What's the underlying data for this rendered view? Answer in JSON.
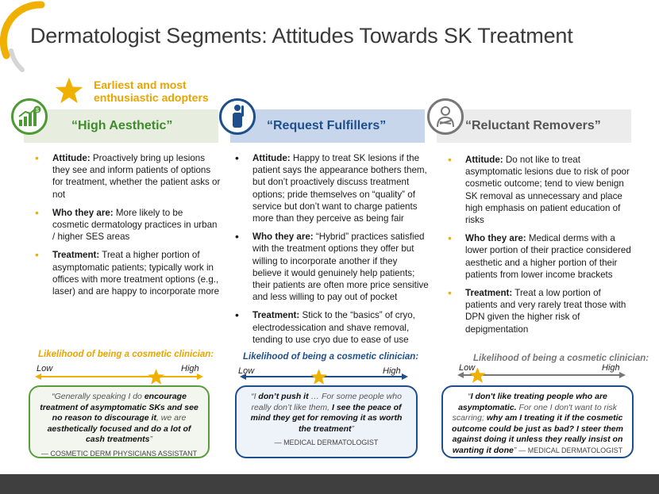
{
  "title": "Dermatologist Segments: Attitudes Towards SK Treatment",
  "callout": {
    "line1": "Earliest and most",
    "line2": "enthusiastic adopters"
  },
  "segments": [
    {
      "name": "“High Aesthetic”",
      "icon": "growth-chart-icon",
      "bullets": [
        {
          "label": "Attitude:",
          "text": " Proactively bring up lesions they see and inform patients of options for treatment, whether the patient asks or not"
        },
        {
          "label": "Who they are:",
          "text": " More likely to be cosmetic dermatology practices in urban / higher SES areas"
        },
        {
          "label": "Treatment:",
          "text": " Treat a higher portion of asymptomatic patients; typically work in offices with more treatment options (e.g., laser) and are happy to incorporate more"
        }
      ],
      "likelihood_label": "Likelihood of being a cosmetic clinician:",
      "low": "Low",
      "high": "High",
      "likelihood_value": 0.72,
      "quote": {
        "p1": "“Generally speaking I do ",
        "b1": "encourage treatment of asymptomatic SKs and see no reason to discourage it",
        "p2": ", we are ",
        "b2": "aesthetically focused and do a lot of cash treatments",
        "p3": "”",
        "source": "— COSMETIC DERM PHYSICIANS ASSISTANT"
      }
    },
    {
      "name": "“Request Fulfillers”",
      "icon": "hand-raised-icon",
      "bullets": [
        {
          "label": "Attitude:",
          "text": " Happy to treat SK lesions if the patient says the appearance bothers them, but don’t proactively discuss treatment options; pride themselves on “quality” of service but don’t want to charge patients more than they perceive as being fair"
        },
        {
          "label": "Who they are:",
          "text": " “Hybrid” practices satisfied with the treatment options they offer but willing to incorporate another if they believe it would genuinely help patients; their patients are often more price sensitive and less willing to pay out of pocket"
        },
        {
          "label": "Treatment:",
          "text": " Stick to the “basics” of cryo, electrodessication and shave removal, tending to use cryo due to ease of use"
        }
      ],
      "likelihood_label": "Likelihood of being a cosmetic clinician:",
      "low": "Low",
      "high": "High",
      "likelihood_value": 0.47,
      "quote": {
        "p1": "“I ",
        "b1": "don’t push it",
        "p2": " … For some people who really don’t like them, ",
        "b2": "I see the peace of mind they get for removing it as worth the treatment",
        "p3": "”",
        "source": "— MEDICAL DERMATOLOGIST"
      }
    },
    {
      "name": "“Reluctant Removers”",
      "icon": "crossed-arms-person-icon",
      "bullets": [
        {
          "label": "Attitude:",
          "text": " Do not like to treat asymptomatic lesions due to risk of poor cosmetic outcome; tend to view benign SK removal as unnecessary and place high emphasis on patient education of risks"
        },
        {
          "label": "Who they are:",
          "text": " Medical derms with a lower portion of their practice considered aesthetic and a higher portion of their patients from lower income brackets"
        },
        {
          "label": "Treatment:",
          "text": " Treat a low portion of patients and very rarely treat those with DPN given the higher risk of depigmentation"
        }
      ],
      "likelihood_label": "Likelihood of being a cosmetic clinician:",
      "low": "Low",
      "high": "High",
      "likelihood_value": 0.12,
      "quote": {
        "p1": "“",
        "b1": "I don't like treating people who are asymptomatic.",
        "p2": " For one I don't want to risk scarring; ",
        "b2": "why am I treating it if the cosmetic outcome could be just as bad? I steer them against doing it unless they really insist on wanting it done",
        "p3": "”  ",
        "source": "— MEDICAL DERMATOLOGIST"
      }
    }
  ],
  "colors": {
    "accent_gold": "#f0b000",
    "green": "#4d9a34",
    "blue": "#1e4f8c",
    "gray": "#777777"
  }
}
